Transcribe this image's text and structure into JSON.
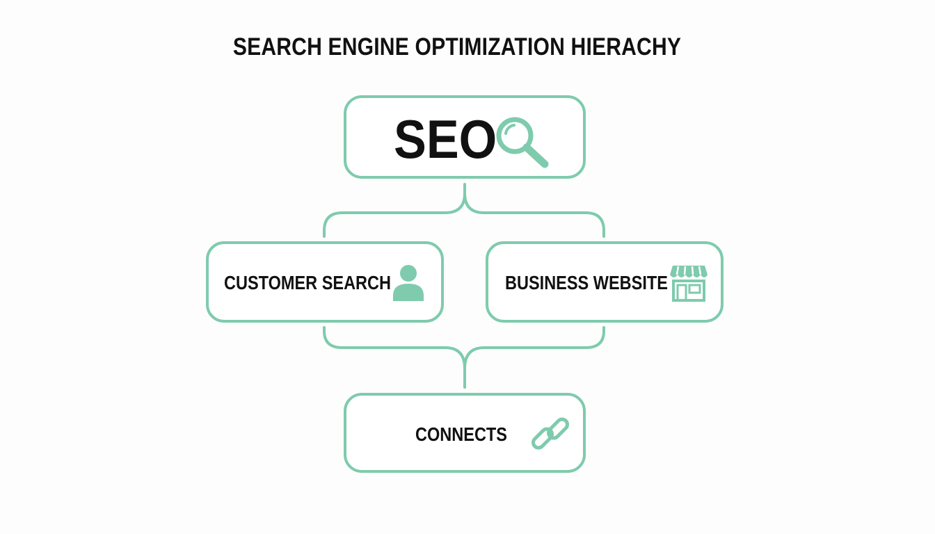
{
  "title": "SEARCH ENGINE OPTIMIZATION HIERACHY",
  "nodes": {
    "seo": {
      "label": "SEO",
      "icon": "magnifying-glass-icon"
    },
    "customer_search": {
      "label": "CUSTOMER SEARCH",
      "icon": "person-icon"
    },
    "business_website": {
      "label": "BUSINESS WEBSITE",
      "icon": "storefront-icon"
    },
    "connects": {
      "label": "CONNECTS",
      "icon": "chain-link-icon"
    }
  },
  "colors": {
    "accent": "#7ecbad",
    "text": "#111111",
    "background": "#fdfdfd"
  }
}
